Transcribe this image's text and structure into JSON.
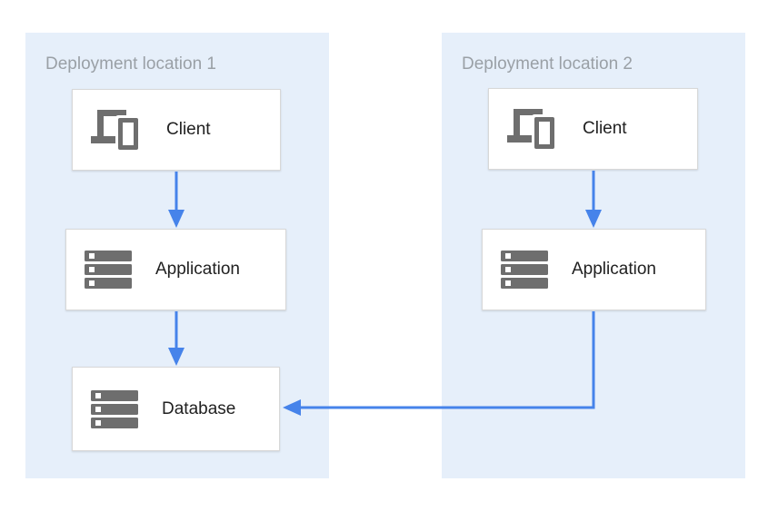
{
  "colors": {
    "zone_fill": "#E6EFFA",
    "arrow": "#4683EA",
    "node_fill": "#FFFFFF",
    "node_border": "#D8D8D8",
    "icon": "#6E6E6E",
    "zone_label": "#9AA0A6",
    "node_label": "#212121",
    "page_bg": "#FFFFFF"
  },
  "zones": [
    {
      "label": "Deployment location 1"
    },
    {
      "label": "Deployment location 2"
    }
  ],
  "nodes": {
    "client1": {
      "label": "Client",
      "icon": "devices-icon"
    },
    "app1": {
      "label": "Application",
      "icon": "servers-icon"
    },
    "db1": {
      "label": "Database",
      "icon": "servers-icon"
    },
    "client2": {
      "label": "Client",
      "icon": "devices-icon"
    },
    "app2": {
      "label": "Application",
      "icon": "servers-icon"
    }
  },
  "edges": [
    {
      "from": "client1",
      "to": "app1"
    },
    {
      "from": "app1",
      "to": "db1"
    },
    {
      "from": "client2",
      "to": "app2"
    },
    {
      "from": "app2",
      "to": "db1"
    }
  ]
}
